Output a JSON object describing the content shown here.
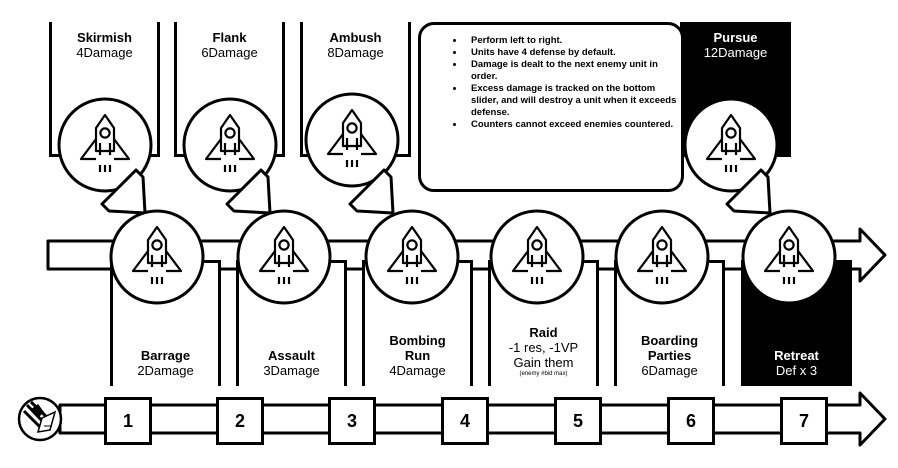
{
  "top_cards": [
    {
      "title": "Skirmish",
      "value": "4Damage"
    },
    {
      "title": "Flank",
      "value": "6Damage"
    },
    {
      "title": "Ambush",
      "value": "8Damage"
    },
    {
      "title": "Pursue",
      "value": "12Damage"
    }
  ],
  "bottom_cards": [
    {
      "title": "Barrage",
      "value": "2Damage"
    },
    {
      "title": "Assault",
      "value": "3Damage"
    },
    {
      "title": "Bombing Run",
      "value": "4Damage"
    },
    {
      "title": "Raid",
      "line2": "-1 res, -1VP",
      "line3": "Gain them",
      "note": "(enemy #bid  max)"
    },
    {
      "title": "Boarding Parties",
      "value": "6Damage"
    },
    {
      "title": "Retreat",
      "value": "Def x 3"
    }
  ],
  "rules": [
    "Perform left to right.",
    "Units have 4 defense by default.",
    "Damage is dealt to the next enemy unit in order.",
    "Excess damage is tracked on the bottom slider, and will destroy a unit when it exceeds defense.",
    "Counters cannot exceed enemies countered."
  ],
  "slider": [
    "1",
    "2",
    "3",
    "4",
    "5",
    "6",
    "7"
  ],
  "icons": {
    "token": "rocket-icon",
    "arrow": "arrow-icon",
    "emblem": "dragon-emblem-icon"
  },
  "colors": {
    "ink": "#000000",
    "paper": "#ffffff"
  }
}
